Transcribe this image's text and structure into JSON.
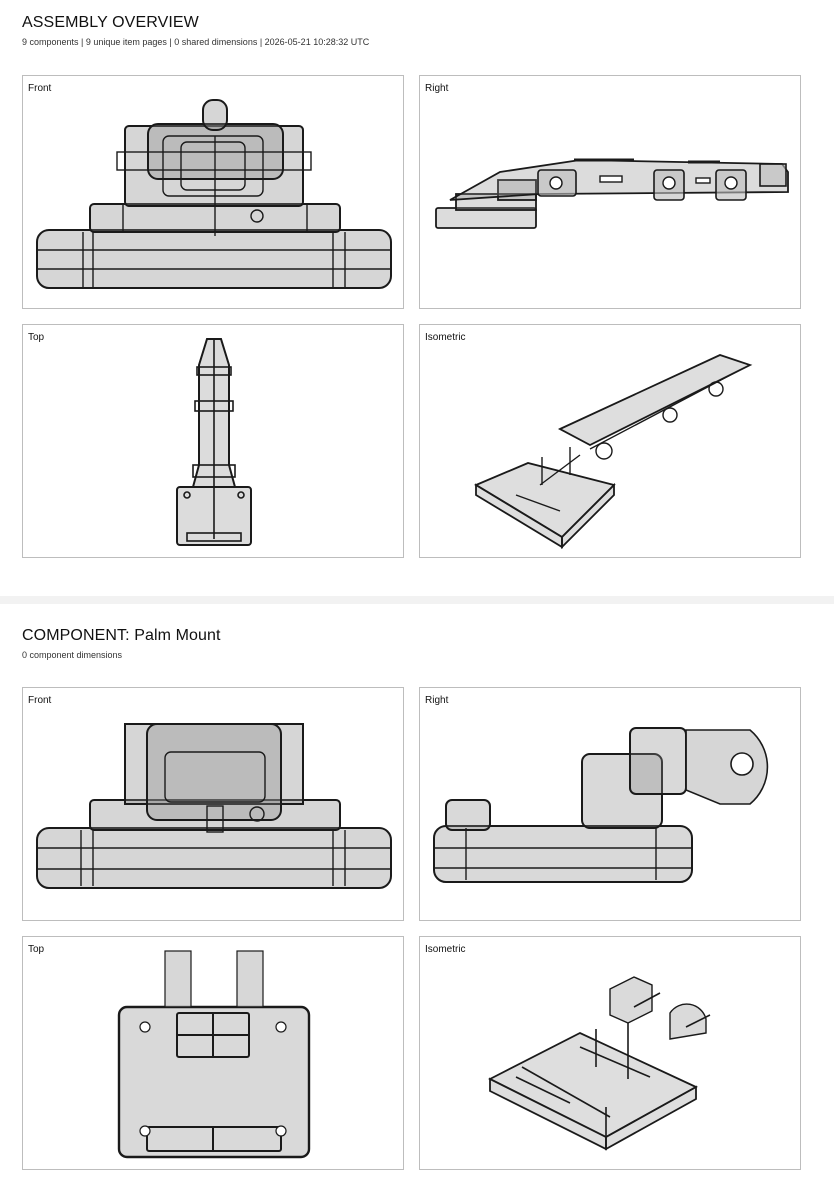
{
  "assembly": {
    "title": "ASSEMBLY OVERVIEW",
    "meta": "9 components | 9 unique item pages | 0 shared dimensions | 2026-05-21 10:28:32 UTC",
    "views": {
      "front": "Front",
      "right": "Right",
      "top": "Top",
      "iso": "Isometric"
    }
  },
  "component": {
    "title": "COMPONENT: Palm Mount",
    "meta": "0 component dimensions",
    "views": {
      "front": "Front",
      "right": "Right",
      "top": "Top",
      "iso": "Isometric"
    }
  }
}
